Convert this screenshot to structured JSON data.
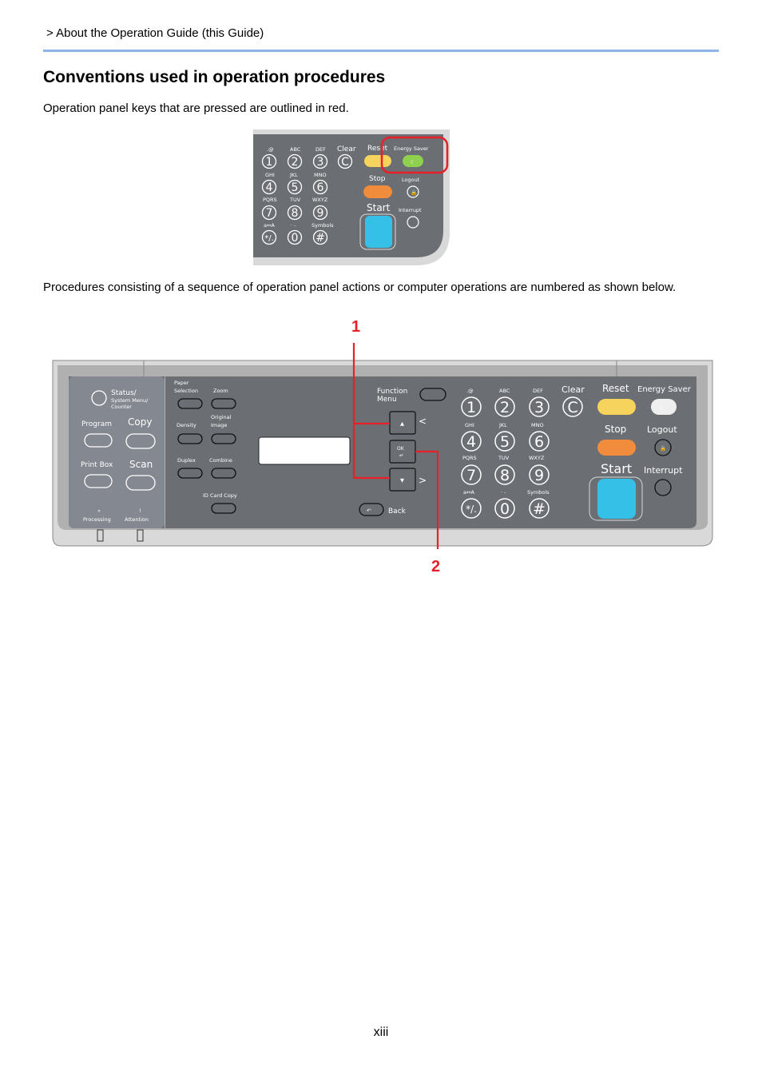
{
  "header": {
    "breadcrumb": "> About the Operation Guide (this Guide)"
  },
  "section": {
    "title": "Conventions used in operation procedures",
    "para1": "Operation panel keys that are pressed are outlined in red.",
    "para2": "Procedures consisting of a sequence of operation panel actions or computer operations are numbered as shown below."
  },
  "small_panel": {
    "digit_subs": [
      ".@",
      "ABC",
      "DEF",
      "GHI",
      "JKL",
      "MNO",
      "PQRS",
      "TUV",
      "WXYZ",
      "a↔A",
      "· -",
      "Symbols"
    ],
    "digits": [
      "1",
      "2",
      "3",
      "4",
      "5",
      "6",
      "7",
      "8",
      "9",
      "*/.",
      "0",
      "#"
    ],
    "clear": "Clear",
    "reset": "Reset",
    "energy_saver": "Energy Saver",
    "stop": "Stop",
    "logout": "Logout",
    "start": "Start",
    "interrupt": "Interrupt"
  },
  "large_panel": {
    "status": "Status/",
    "status_sub1": "System Menu/",
    "status_sub2": "Counter",
    "program": "Program",
    "copy": "Copy",
    "print_box": "Print Box",
    "scan": "Scan",
    "processing": "Processing",
    "attention": "Attention",
    "paper_selection_1": "Paper",
    "paper_selection_2": "Selection",
    "zoom": "Zoom",
    "density": "Density",
    "original_image_1": "Original",
    "original_image_2": "Image",
    "duplex": "Duplex",
    "combine": "Combine",
    "id_card_copy": "ID Card Copy",
    "function_menu_1": "Function",
    "function_menu_2": "Menu",
    "back": "Back",
    "ok": "OK",
    "digit_subs": [
      ".@",
      "ABC",
      "DEF",
      "GHI",
      "JKL",
      "MNO",
      "PQRS",
      "TUV",
      "WXYZ",
      "a↔A",
      "· -",
      "Symbols"
    ],
    "digits": [
      "1",
      "2",
      "3",
      "4",
      "5",
      "6",
      "7",
      "8",
      "9",
      "*/.",
      "0",
      "#"
    ],
    "clear": "Clear",
    "reset": "Reset",
    "energy_saver": "Energy Saver",
    "stop": "Stop",
    "logout": "Logout",
    "start": "Start",
    "interrupt": "Interrupt"
  },
  "callouts": {
    "one": "1",
    "two": "2"
  },
  "colors": {
    "panel": "#6b6e73",
    "highlight": "#e8202a",
    "reset_key": "#f6d35c",
    "stop_key": "#f08c3c",
    "start_key": "#35c0e8",
    "energy_small": "#8fd14f"
  },
  "footer": {
    "page_number": "xiii"
  }
}
